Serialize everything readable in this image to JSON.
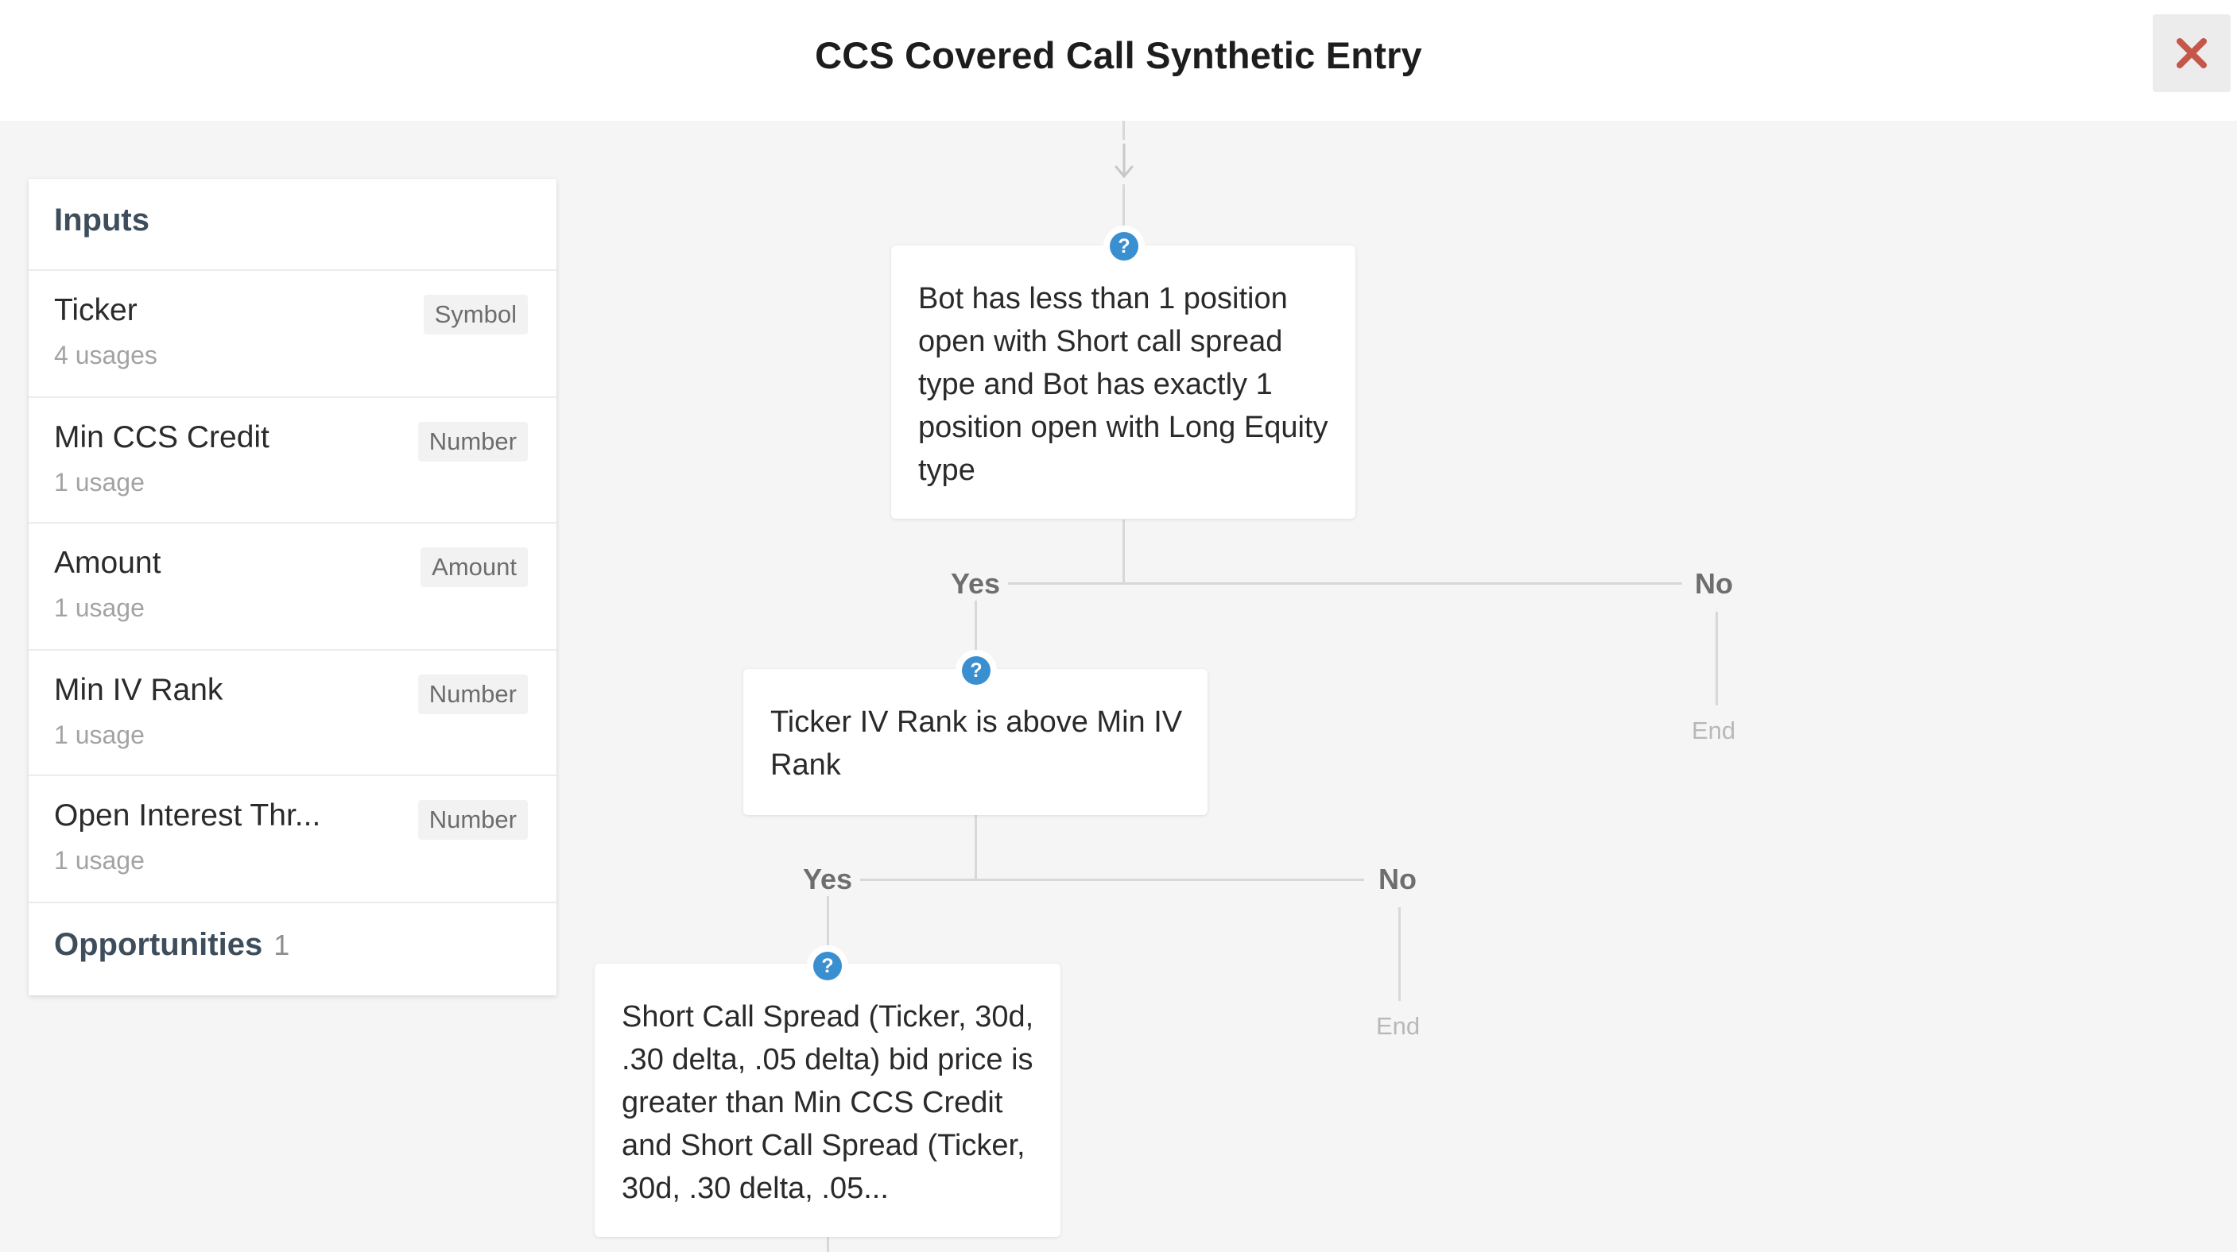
{
  "header": {
    "title": "CCS Covered Call Synthetic Entry"
  },
  "inputs_panel": {
    "title": "Inputs",
    "items": [
      {
        "name": "Ticker",
        "type": "Symbol",
        "usage": "4 usages"
      },
      {
        "name": "Min CCS Credit",
        "type": "Number",
        "usage": "1 usage"
      },
      {
        "name": "Amount",
        "type": "Amount",
        "usage": "1 usage"
      },
      {
        "name": "Min IV Rank",
        "type": "Number",
        "usage": "1 usage"
      },
      {
        "name": "Open Interest Thr...",
        "type": "Number",
        "usage": "1 usage"
      }
    ],
    "opportunities_label": "Opportunities",
    "opportunities_count": "1"
  },
  "flow": {
    "node1": "Bot has less than 1 position open with Short call spread type and Bot has exactly 1 position open with Long Equity type",
    "node2": "Ticker IV Rank is above Min IV Rank",
    "node3": "Short Call Spread (Ticker, 30d, .30 delta, .05 delta) bid price is greater than Min CCS Credit and Short Call Spread (Ticker, 30d, .30 delta, .05...",
    "yes_label": "Yes",
    "no_label": "No",
    "end_label": "End"
  },
  "colors": {
    "accent": "#3a8fd0",
    "close_icon": "#c5574a",
    "panel_heading": "#3e4d5c"
  },
  "icons": {
    "close": "close-icon",
    "help": "help-circle-icon",
    "arrow": "arrow-down-icon"
  }
}
